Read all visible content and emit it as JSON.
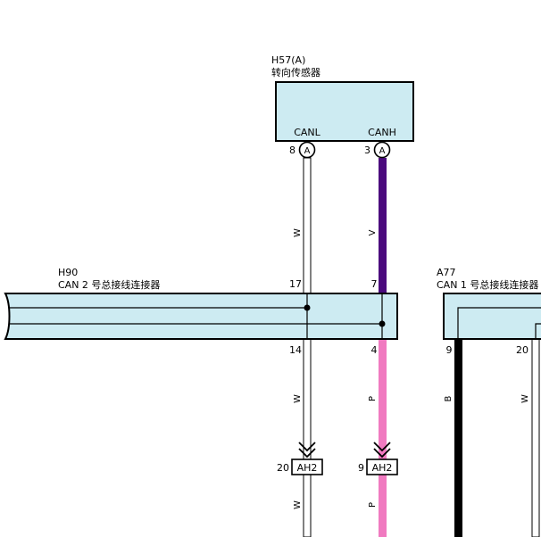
{
  "colors": {
    "connector_fill": "#cdebf2",
    "stroke": "#000000",
    "wire_white": "#ffffff",
    "wire_violet": "#4b0a7d",
    "wire_pink": "#f07ac0",
    "wire_black": "#000000"
  },
  "h57": {
    "id": "H57(A)",
    "name": "转向传感器",
    "pin_canl": "CANL",
    "pin_canh": "CANH"
  },
  "h57_pins": {
    "canl_num": "8",
    "canl_letter": "A",
    "canh_num": "3",
    "canh_letter": "A"
  },
  "wires_upper": {
    "canl_color": "W",
    "canh_color": "V"
  },
  "h90": {
    "id": "H90",
    "name": "CAN 2 号总接线连接器",
    "pin_top_left": "17",
    "pin_top_right": "7",
    "pin_bottom_left": "14",
    "pin_bottom_right": "4"
  },
  "wires_mid": {
    "canl_color": "W",
    "canh_color": "P"
  },
  "ah2": {
    "left_num": "20",
    "left_label": "AH2",
    "right_num": "9",
    "right_label": "AH2"
  },
  "wires_lower": {
    "canl_color": "W",
    "canh_color": "P"
  },
  "a77": {
    "id": "A77",
    "name": "CAN 1 号总接线连接器",
    "pin_left": "9",
    "pin_right": "20",
    "wire_left_color": "B",
    "wire_right_color": "W"
  }
}
